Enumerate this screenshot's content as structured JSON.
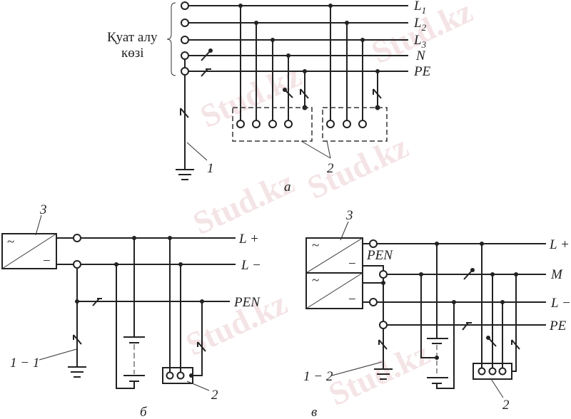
{
  "watermark": "Stud.kz",
  "diagram_a": {
    "caption": "а",
    "source_label_line1": "Қуат алу",
    "source_label_line2": "көзі",
    "lines": [
      {
        "letter": "L",
        "sub": "1"
      },
      {
        "letter": "L",
        "sub": "2"
      },
      {
        "letter": "L",
        "sub": "3"
      },
      {
        "letter": "N",
        "sub": ""
      },
      {
        "letter": "PE",
        "sub": ""
      }
    ],
    "label_earth": "1",
    "label_equipment": "2"
  },
  "diagram_b": {
    "caption": "б",
    "label_source": "3",
    "source_ac": "~",
    "source_minus": "−",
    "lines": [
      "L +",
      "L −",
      "PEN"
    ],
    "label_earth": "1 − 1",
    "label_equipment": "2"
  },
  "diagram_v": {
    "caption": "в",
    "label_source": "3",
    "source_ac": "~",
    "source_minus": "−",
    "pen_label": "PEN",
    "lines": [
      "L +",
      "M",
      "L −",
      "PE"
    ],
    "label_earth": "1 − 2",
    "label_equipment": "2"
  }
}
